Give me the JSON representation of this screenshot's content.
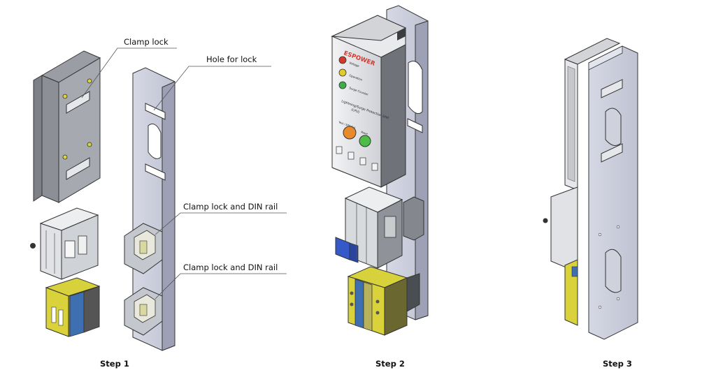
{
  "callouts": {
    "clamp_lock": "Clamp lock",
    "hole_for_lock": "Hole for lock",
    "clamp_lock_din_rail_1": "Clamp lock and DIN rail",
    "clamp_lock_din_rail_2": "Clamp lock and DIN rail"
  },
  "steps": {
    "step1": "Step 1",
    "step2": "Step 2",
    "step3": "Step 3"
  },
  "device": {
    "brand": "ESPOWER",
    "indicator_1": "Voltage",
    "indicator_2": "Operation",
    "indicator_3": "Surge Counter",
    "title_line1": "Lightning/Surge Protection Unit",
    "title_line2": "(LPU)",
    "button_1_label": "Test / SPD Fail",
    "button_2_label": "Reset"
  },
  "colors": {
    "panel": "#c9cbd9",
    "panel_edge": "#8e91a6",
    "enclosure": "#d7d9dd",
    "enclosure_dark": "#6f7278",
    "terminal_yellow": "#d9d23a",
    "terminal_blue": "#3e6fb0",
    "breaker_blue": "#3559c9",
    "led_red": "#d23a2e",
    "led_yellow": "#e2cc2a",
    "led_green": "#3cae4a",
    "button_orange": "#e8892a",
    "button_green": "#4cbe46",
    "leader": "#555555"
  }
}
